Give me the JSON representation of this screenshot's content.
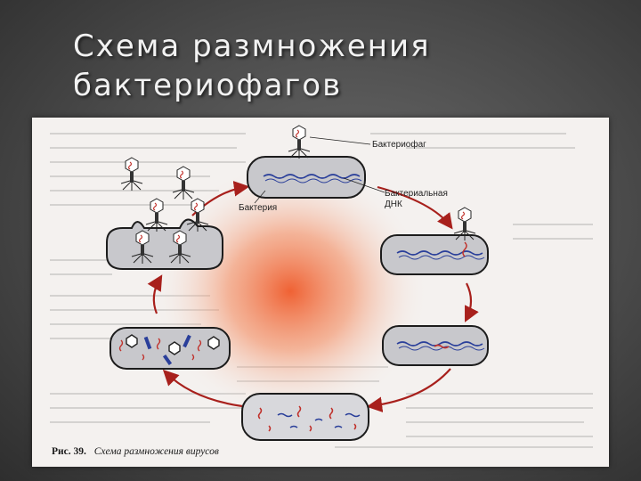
{
  "slide": {
    "title_line1": "Схема размножения",
    "title_line2": "бактериофагов"
  },
  "figure": {
    "labels": {
      "bacteriophage": "Бактериофаг",
      "bacterial_dna_1": "Бактериальная",
      "bacterial_dna_2": "ДНК",
      "bacterium": "Бактерия"
    },
    "caption_number": "Рис. 39.",
    "caption_text": "Схема размножения вирусов"
  },
  "colors": {
    "dna_blue": "#2a3f9a",
    "viral_red": "#c0302a",
    "arrow_red": "#a8201c",
    "cell_fill": "#c8c8cc",
    "cell_stroke": "#1c1c1c",
    "glow": "#f06a3a"
  }
}
